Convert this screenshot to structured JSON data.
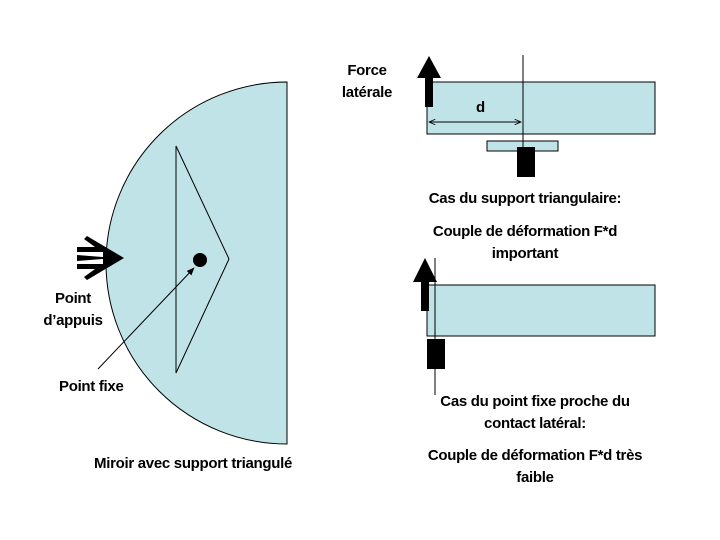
{
  "colors": {
    "fill": "#bfe3e6",
    "stroke": "#000000",
    "background": "#ffffff"
  },
  "left_figure": {
    "label_point_appuis": [
      "Point",
      "d’appuis"
    ],
    "label_point_fixe": "Point fixe",
    "caption": "Miroir avec support triangulé"
  },
  "top_right_figure": {
    "label_force": [
      "Force",
      "latérale"
    ],
    "label_distance": "d",
    "caption_title": "Cas du support triangulaire:",
    "caption_body": [
      "Couple de déformation F*d",
      "important"
    ]
  },
  "bottom_right_figure": {
    "caption_title": [
      "Cas du point fixe proche du",
      "contact latéral:"
    ],
    "caption_body": [
      "Couple de déformation F*d très",
      "faible"
    ]
  }
}
